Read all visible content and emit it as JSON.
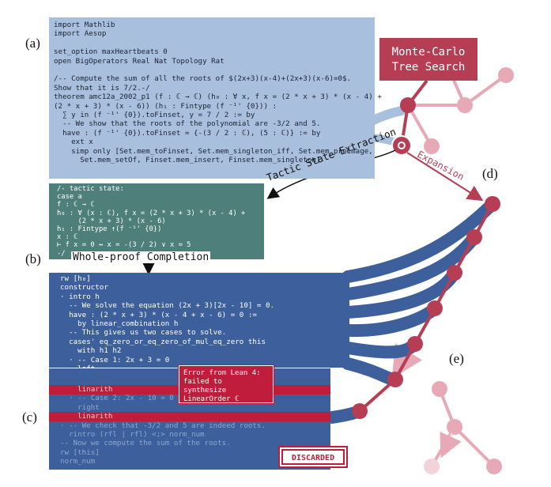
{
  "labels": {
    "a": "(a)",
    "b": "(b)",
    "c": "(c)",
    "d": "(d)",
    "e": "(e)"
  },
  "mcts": {
    "line1": "Monte-Carlo",
    "line2": "Tree Search"
  },
  "arrows": {
    "expansion": "Expansion",
    "tactic_state_extraction": "Tactic State Extraction",
    "whole_proof_completion": "Whole-proof Completion"
  },
  "panel_a": {
    "lines": [
      "import Mathlib",
      "import Aesop",
      "",
      "set_option maxHeartbeats 0",
      "open BigOperators Real Nat Topology Rat",
      "",
      "/-- Compute the sum of all the roots of $(2x+3)(x-4)+(2x+3)(x-6)=0$.",
      "Show that it is 7/2.-/",
      "theorem amc12a_2002_p1 (f : ℂ → ℂ) (h₀ : ∀ x, f x = (2 * x + 3) * (x - 4) +",
      "(2 * x + 3) * (x - 6)) (h₁ : Fintype (f ⁻¹' {0})) :",
      "  ∑ y in (f ⁻¹' {0}).toFinset, y = 7 / 2 := by",
      "  -- We show that the roots of the polynomial are -3/2 and 5.",
      "  have : (f ⁻¹' {0}).toFinset = {-(3 / 2 : ℂ), (5 : ℂ)} := by",
      "    ext x",
      "    simp only [Set.mem_toFinset, Set.mem_singleton_iff, Set.mem_preimage,",
      "      Set.mem_setOf, Finset.mem_insert, Finset.mem_singleton]"
    ]
  },
  "panel_state": {
    "lines": [
      "/- tactic state:",
      "case a",
      "f : ℂ → ℂ",
      "h₀ : ∀ (x : ℂ), f x = (2 * x + 3) * (x - 4) +",
      "     (2 * x + 3) * (x - 6)",
      "h₁ : Fintype ↑(f ⁻¹' {0})",
      "x : ℂ",
      "⊢ f x = 0 ↔ x = -(3 / 2) ∨ x = 5",
      "-/"
    ]
  },
  "panel_b": {
    "lines": [
      "rw [h₀]",
      "constructor",
      "· intro h",
      "  -- We solve the equation (2x + 3)[2x - 10] = 0.",
      "  have : (2 * x + 3) * (x - 4 + x - 6) = 0 :=",
      "    by linear_combination h",
      "  -- This gives us two cases to solve.",
      "  cases' eq_zero_or_eq_zero_of_mul_eq_zero this",
      "    with h1 h2",
      "  · -- Case 1: 2x + 3 = 0",
      "    left"
    ]
  },
  "panel_c": {
    "lines": [
      "    linarith",
      "  · -- Case 2: 2x - 10 = 0",
      "    right",
      "    linarith",
      "· -- We check that -3/2 and 5 are indeed roots.",
      "  rintro (rfl | rfl) <;> norm_num",
      "-- Now we compute the sum of the roots.",
      "rw [this]",
      "norm_num"
    ]
  },
  "error": {
    "line1": "Error from Lean 4:",
    "line2": "failed to synthesize",
    "line3": "LinearOrder ℂ"
  },
  "discarded": "DISCARDED",
  "colors": {
    "panel_a_bg": "#a8bfdd",
    "state_bg": "#4f7f7b",
    "proof_bg": "#3d609c",
    "crimson": "#b53e54",
    "node_light": "#e8a9b6",
    "error_red": "#c01c3c"
  }
}
